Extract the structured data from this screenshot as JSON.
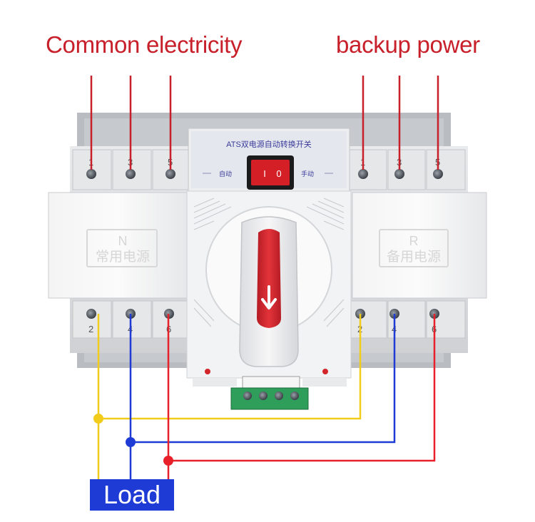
{
  "labels": {
    "common": "Common electricity",
    "backup": "backup power",
    "load": "Load"
  },
  "device": {
    "panel_title": "ATS双电源自动转换开关",
    "auto": "自动",
    "manual": "手动",
    "left_letter": "N",
    "left_name": "常用电源",
    "right_letter": "R",
    "right_name": "备用电源",
    "top_terminals": [
      "1",
      "3",
      "5"
    ],
    "bottom_terminals": [
      "2",
      "4",
      "6"
    ],
    "rocker_off": "0",
    "rocker_on": "I"
  },
  "colors": {
    "wire_red": "#e8202a",
    "wire_yellow": "#f2cc1a",
    "wire_blue": "#1f3bd6",
    "handle_red": "#d9262e",
    "terminal_green": "#2e9e5a"
  }
}
